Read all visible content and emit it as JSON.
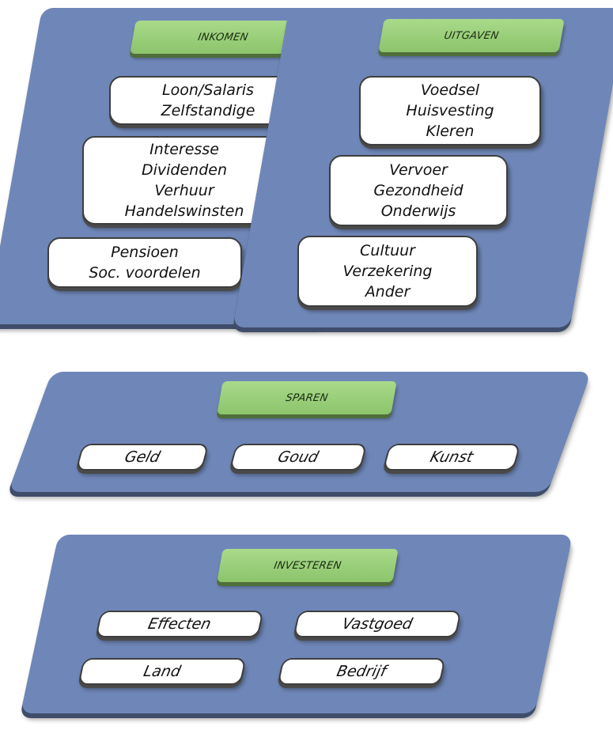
{
  "inkomen": {
    "header": "INKOMEN",
    "groups": [
      [
        "Loon/Salaris",
        "Zelfstandige"
      ],
      [
        "Interesse",
        "Dividenden",
        "Verhuur",
        "Handelswinsten"
      ],
      [
        "Pensioen",
        "Soc. voordelen"
      ]
    ]
  },
  "uitgaven": {
    "header": "UITGAVEN",
    "groups": [
      [
        "Voedsel",
        "Huisvesting",
        "Kleren"
      ],
      [
        "Vervoer",
        "Gezondheid",
        "Onderwijs"
      ],
      [
        "Cultuur",
        "Verzekering",
        "Ander"
      ]
    ]
  },
  "sparen": {
    "header": "SPAREN",
    "items": [
      "Geld",
      "Goud",
      "Kunst"
    ]
  },
  "investeren": {
    "header": "INVESTEREN",
    "items": [
      "Effecten",
      "Vastgoed",
      "Land",
      "Bedrijf"
    ]
  },
  "colors": {
    "panel": "#6f87b8",
    "header": "#9fd27e",
    "card": "#ffffff"
  }
}
